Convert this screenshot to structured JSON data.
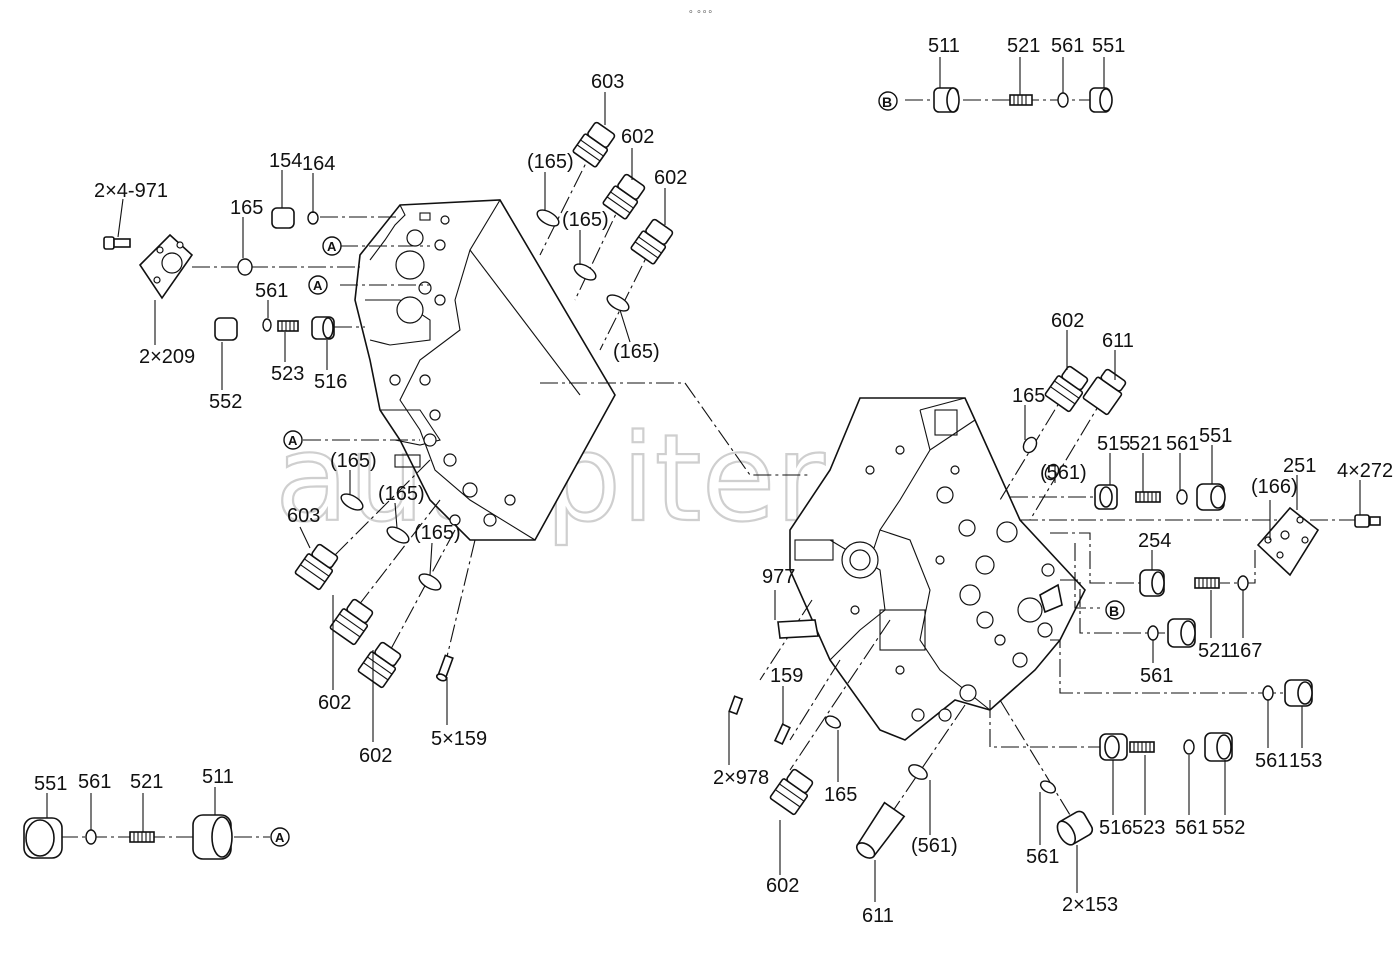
{
  "watermark": "autopiter.ru",
  "header_mark": "∘ ∘∘∘",
  "callouts": {
    "top_511": "511",
    "top_521": "521",
    "top_561": "561",
    "top_551": "551",
    "top_B": "B",
    "l_603a": "603",
    "l_602a": "602",
    "l_602b": "602",
    "l_165a": "(165)",
    "l_165b": "(165)",
    "l_165c": "(165)",
    "l_154": "154",
    "l_164": "164",
    "l_971": "2×4-971",
    "l_165": "165",
    "l_A1": "A",
    "l_A2": "A",
    "l_561": "561",
    "l_209": "2×209",
    "l_552": "552",
    "l_523": "523",
    "l_516": "516",
    "l_A3": "A",
    "l_165d": "(165)",
    "l_165e": "(165)",
    "l_165f": "(165)",
    "l_603b": "603",
    "l_602c": "602",
    "l_602d": "602",
    "l_5x159": "5×159",
    "bl_551": "551",
    "bl_561": "561",
    "bl_521": "521",
    "bl_511": "511",
    "bl_A": "A",
    "r_602": "602",
    "r_611": "611",
    "r_165": "165",
    "r_561p": "(561)",
    "r_515": "515",
    "r_521": "521",
    "r_561": "561",
    "r_551": "551",
    "r_166": "(166)",
    "r_251": "251",
    "r_4x272": "4×272",
    "r_254": "254",
    "r_521b": "521",
    "r_167": "167",
    "r_B": "B",
    "r_561b": "561",
    "r_977": "977",
    "r_159": "159",
    "r_2x978": "2×978",
    "r_165b": "165",
    "r_561c": "561",
    "r_153": "153",
    "r_602b": "602",
    "r_611b": "611",
    "r_561q": "(561)",
    "r_561d": "561",
    "r_2x153": "2×153",
    "r_516": "516",
    "r_523": "523",
    "r_561e": "561",
    "r_552": "552"
  }
}
